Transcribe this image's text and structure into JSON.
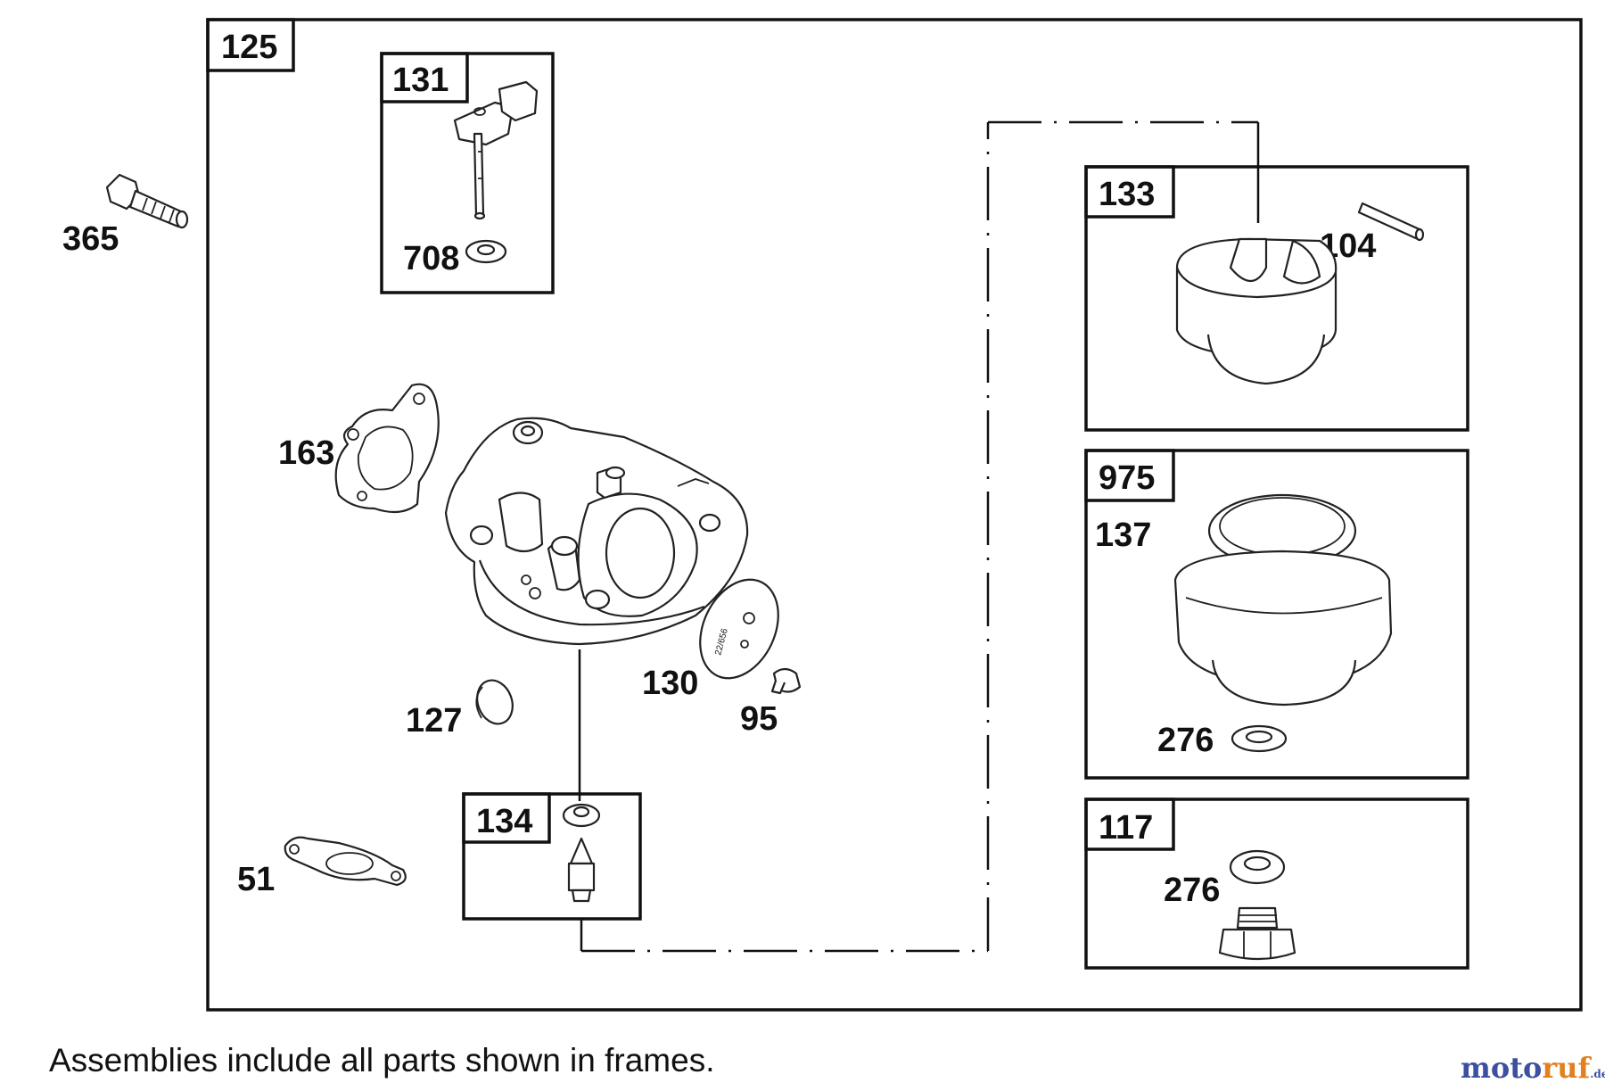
{
  "frames": {
    "f125": "125",
    "f131": "131",
    "f133": "133",
    "f975": "975",
    "f134": "134",
    "f117": "117"
  },
  "parts": {
    "p365": "365",
    "p708": "708",
    "p104": "104",
    "p163": "163",
    "p137": "137",
    "p130": "130",
    "p95": "95",
    "p127": "127",
    "p276a": "276",
    "p51": "51",
    "p276b": "276",
    "carb_marking": "22/656"
  },
  "footnote": "Assemblies include all parts shown in frames.",
  "brand": {
    "part1": "moto",
    "part2": "ruf",
    "part3": ".de",
    "color_primary": "#3c4fa0",
    "color_accent": "#e08020"
  }
}
